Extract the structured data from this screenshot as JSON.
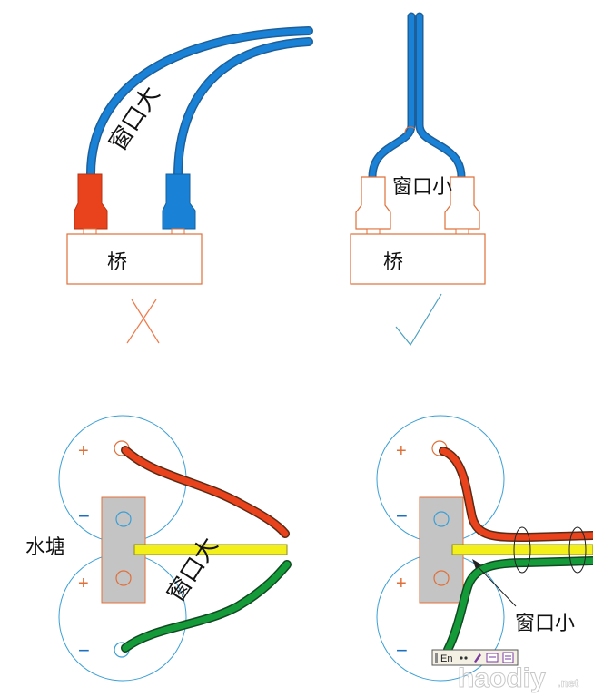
{
  "labels": {
    "window_large": "窗口大",
    "window_small": "窗口小",
    "bridge": "桥",
    "pond": "水塘",
    "plus": "+",
    "minus": "−"
  },
  "ime_bar": {
    "lang": "En"
  },
  "watermark": {
    "text": "haodiy",
    "suffix": ".net"
  },
  "colors": {
    "outline_orange": "#e0703a",
    "circle_blue": "#3a9fd6",
    "wire_blue": "#1a82d6",
    "wire_red": "#e8431c",
    "wire_green": "#159a3a",
    "wire_yellow": "#f2ef1a",
    "pad_gray": "#c4c4c4",
    "mark_wrong": "#f07a4a",
    "mark_right": "#4aa0c0"
  }
}
